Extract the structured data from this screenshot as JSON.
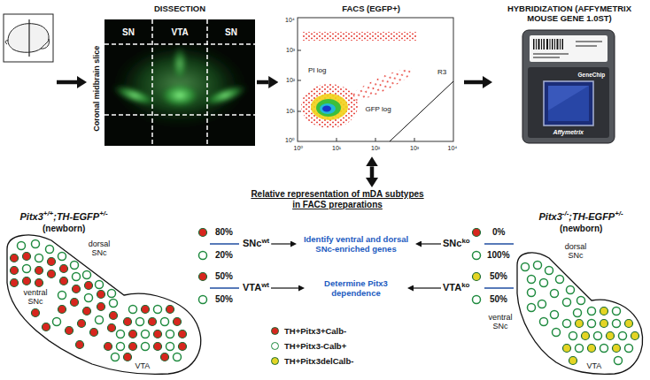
{
  "diagram": {
    "nodes": [
      {
        "text": [
          "DISSECTION"
        ]
      },
      {
        "text": [
          "FACS (EGFP+)"
        ]
      },
      {
        "text": [
          "HYBRIDIZATION (AFFYMETRIX MOUSE GENE 1.0ST)"
        ]
      },
      {
        "text": [
          "Relative representation of mDA subtypes in FACS preparations"
        ]
      },
      {
        "text": [
          "SNc",
          "wt"
        ]
      },
      {
        "text": [
          "Identify ventral and dorsal SNc-enriched genes"
        ]
      },
      {
        "text": [
          "SNc",
          "ko"
        ]
      },
      {
        "text": [
          "VTA",
          "wt"
        ]
      },
      {
        "text": [
          "Determine Pitx3 dependence"
        ]
      },
      {
        "text": [
          "VTA",
          "ko"
        ]
      }
    ],
    "edges": [
      {
        "from": 0,
        "to": 1,
        "arrow": "to"
      },
      {
        "from": 1,
        "to": 2,
        "arrow": "to"
      },
      {
        "from": 1,
        "to": 3,
        "arrow": "both"
      },
      {
        "from": 4,
        "to": 5,
        "arrow": "to"
      },
      {
        "from": 6,
        "to": 5,
        "arrow": "to"
      },
      {
        "from": 7,
        "to": 8,
        "arrow": "to"
      },
      {
        "from": 9,
        "to": 8,
        "arrow": "to"
      }
    ],
    "labels": [
      "Coronal midbrain slice",
      "SN",
      "VTA",
      "SN",
      "PI log",
      "R3",
      "GFP log",
      "10⁴",
      "10³",
      "10²",
      "10¹",
      "10⁰",
      "10⁰",
      "10¹",
      "10²",
      "10³",
      "10⁴",
      "GeneChip",
      "Affymetrix",
      "Pitx3",
      "+/+",
      ";TH-EGFP",
      "+/-",
      "(newborn)",
      "dorsal SNc",
      "ventral SNc",
      "VTA",
      "80%",
      "20%",
      "50%",
      "50%",
      "0%",
      "100%",
      "50%",
      "50%",
      "Pitx3",
      "-/-",
      ";TH-EGFP",
      "+/-",
      "(newborn)",
      "dorsal SNc",
      "ventral SNc",
      "VTA"
    ],
    "legend": [
      {
        "text": "TH+Pitx3+Calb-",
        "color": "#d7261e"
      },
      {
        "text": "TH+Pitx3-Calb+",
        "color": "#1f8a3f"
      },
      {
        "text": "TH+Pitx3delCalb-",
        "color": "#e4d424"
      }
    ]
  }
}
